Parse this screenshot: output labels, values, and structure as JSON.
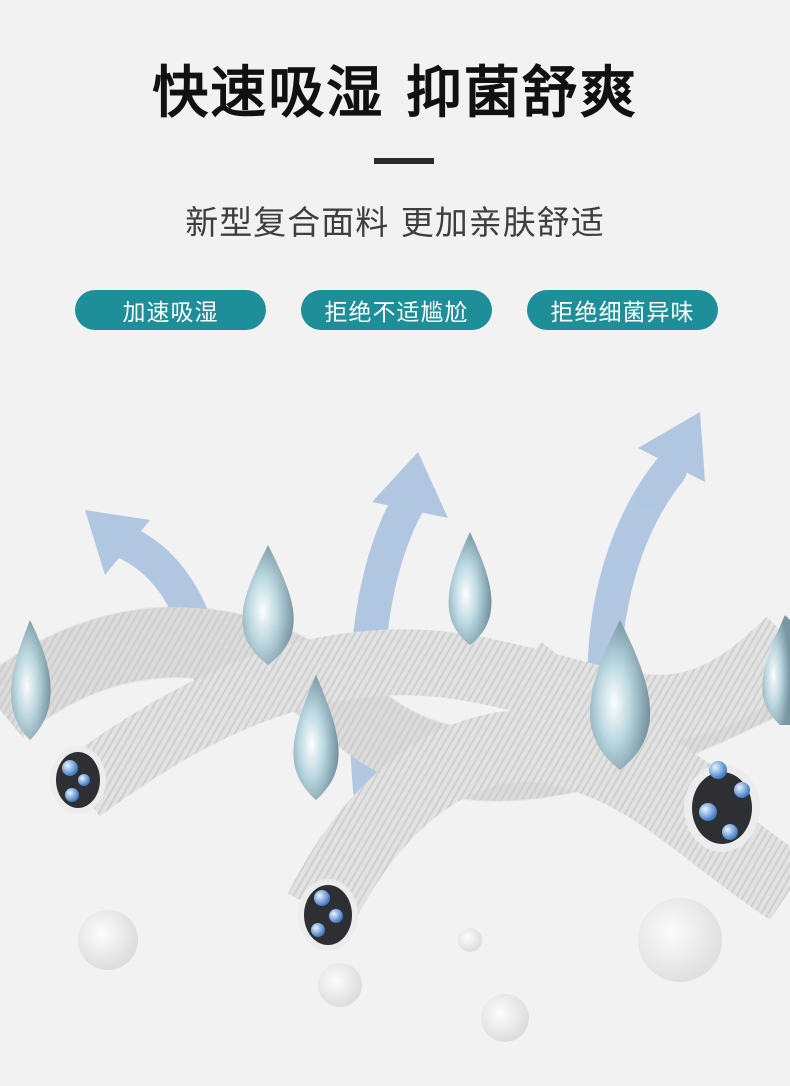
{
  "header": {
    "title": "快速吸湿 抑菌舒爽",
    "subtitle": "新型复合面料 更加亲肤舒适"
  },
  "tags": [
    {
      "label": "加速吸湿"
    },
    {
      "label": "拒绝不适尴尬"
    },
    {
      "label": "拒绝细菌异味"
    }
  ],
  "colors": {
    "background": "#f2f2f2",
    "tag_background": "#1e8f98",
    "title_text": "#111111",
    "arrow": "#9cb8dc",
    "fiber": "#dcdcdc"
  },
  "illustration": {
    "icons": [
      "upward-arrow-icon",
      "water-drop-icon",
      "fiber-strand",
      "fiber-cross-section",
      "moisture-molecule-icon"
    ]
  }
}
